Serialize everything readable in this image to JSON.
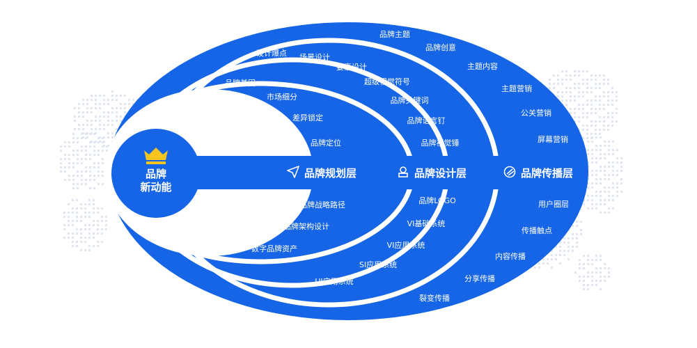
{
  "colors": {
    "blue": "#1565e6",
    "white": "#ffffff",
    "gold": "#f7c520",
    "map": "#dfe6ef"
  },
  "core": {
    "line1": "品牌",
    "line2": "新动能",
    "icon": "crown-icon"
  },
  "layers": [
    {
      "title": "品牌规划层",
      "icon": "paper-plane-icon"
    },
    {
      "title": "品牌设计层",
      "icon": "stamp-icon"
    },
    {
      "title": "品牌传播层",
      "icon": "broadcast-icon"
    }
  ],
  "planning": {
    "top": [
      "品牌基因",
      "市场细分",
      "差异锁定",
      "品牌定位"
    ],
    "bottom": [
      "品牌战略路径",
      "品牌架构设计",
      "数字品牌资产"
    ]
  },
  "design": {
    "top": [
      "设计爆点",
      "场景设计",
      "要素设计",
      "超级视觉符号",
      "品牌关键词",
      "品牌语言钉",
      "品牌视觉锤"
    ],
    "bottom": [
      "品牌LOGO",
      "VI基础系统",
      "VI应用系统",
      "SI应用系统",
      "UI应用系统"
    ]
  },
  "communication": {
    "top": [
      "品牌主题",
      "品牌创意",
      "主题内容",
      "主题营销",
      "公关营销",
      "屏幕营销"
    ],
    "bottom": [
      "用户圈层",
      "传播触点",
      "内容传播",
      "分享传播",
      "裂变传播"
    ]
  }
}
